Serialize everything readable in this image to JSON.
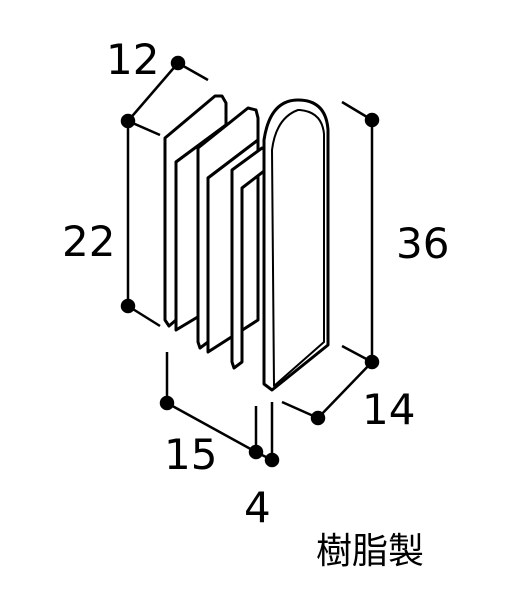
{
  "diagram": {
    "dimensions": {
      "top_width": "12",
      "inner_height": "22",
      "total_height": "36",
      "depth": "14",
      "insert_length": "15",
      "cap_thickness": "4"
    },
    "material_label": "樹脂製",
    "colors": {
      "line": "#000000",
      "background": "#ffffff"
    }
  }
}
